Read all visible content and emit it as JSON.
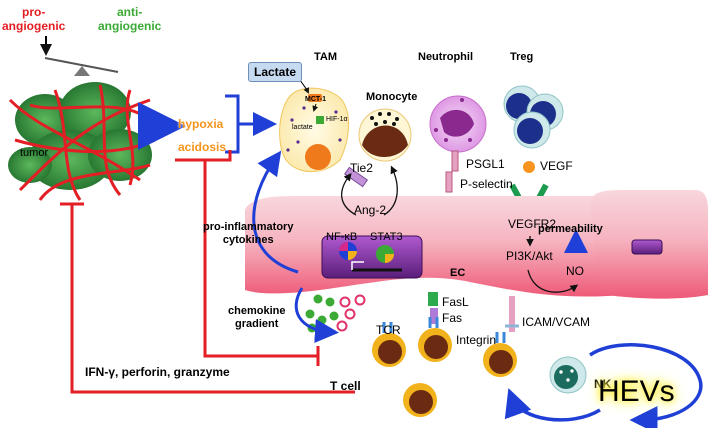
{
  "labels": {
    "pro_angiogenic": "pro-\nangiogenic",
    "pro_line1": "pro-",
    "pro_line2": "angiogenic",
    "anti_line1": "anti-",
    "anti_line2": "angiogenic",
    "tumor": "tumor",
    "hypoxia": "hypoxia",
    "acidosis": "acidosis",
    "lactate_box": "Lactate",
    "tam": "TAM",
    "mct1": "MCT-1",
    "lactate_small": "lactate",
    "hif": "HIF-1α",
    "monocyte": "Monocyte",
    "tie2": "Tie2",
    "neutrophil": "Neutrophil",
    "psgl1": "PSGL1",
    "p_selectin": "P-selectin",
    "treg": "Treg",
    "vegf": "VEGF",
    "vegfr2": "VEGFR2",
    "pi3k": "PI3K/Akt",
    "no": "NO",
    "permeability": "permeability",
    "ang2": "Ang-2",
    "pro_inflam_1": "pro-inflammatory",
    "pro_inflam_2": "cytokines",
    "nfkb": "NF-κB",
    "stat3": "STAT3",
    "ec": "EC",
    "chemokine_1": "chemokine",
    "chemokine_2": "gradient",
    "fasl": "FasL",
    "fas": "Fas",
    "tcr": "TCR",
    "integrin": "Integrin",
    "icam": "ICAM/VCAM",
    "ifn": "IFN-γ, perforin, granzyme",
    "tcell": "T cell",
    "nk": "NK",
    "hevs": "HEVs"
  },
  "colors": {
    "red": "#e31e24",
    "green": "#3aaa35",
    "blue": "#1f3fd6",
    "orange": "#f7941d",
    "endothelium": "#f3a3b3",
    "tcell": "#f2b21b"
  }
}
